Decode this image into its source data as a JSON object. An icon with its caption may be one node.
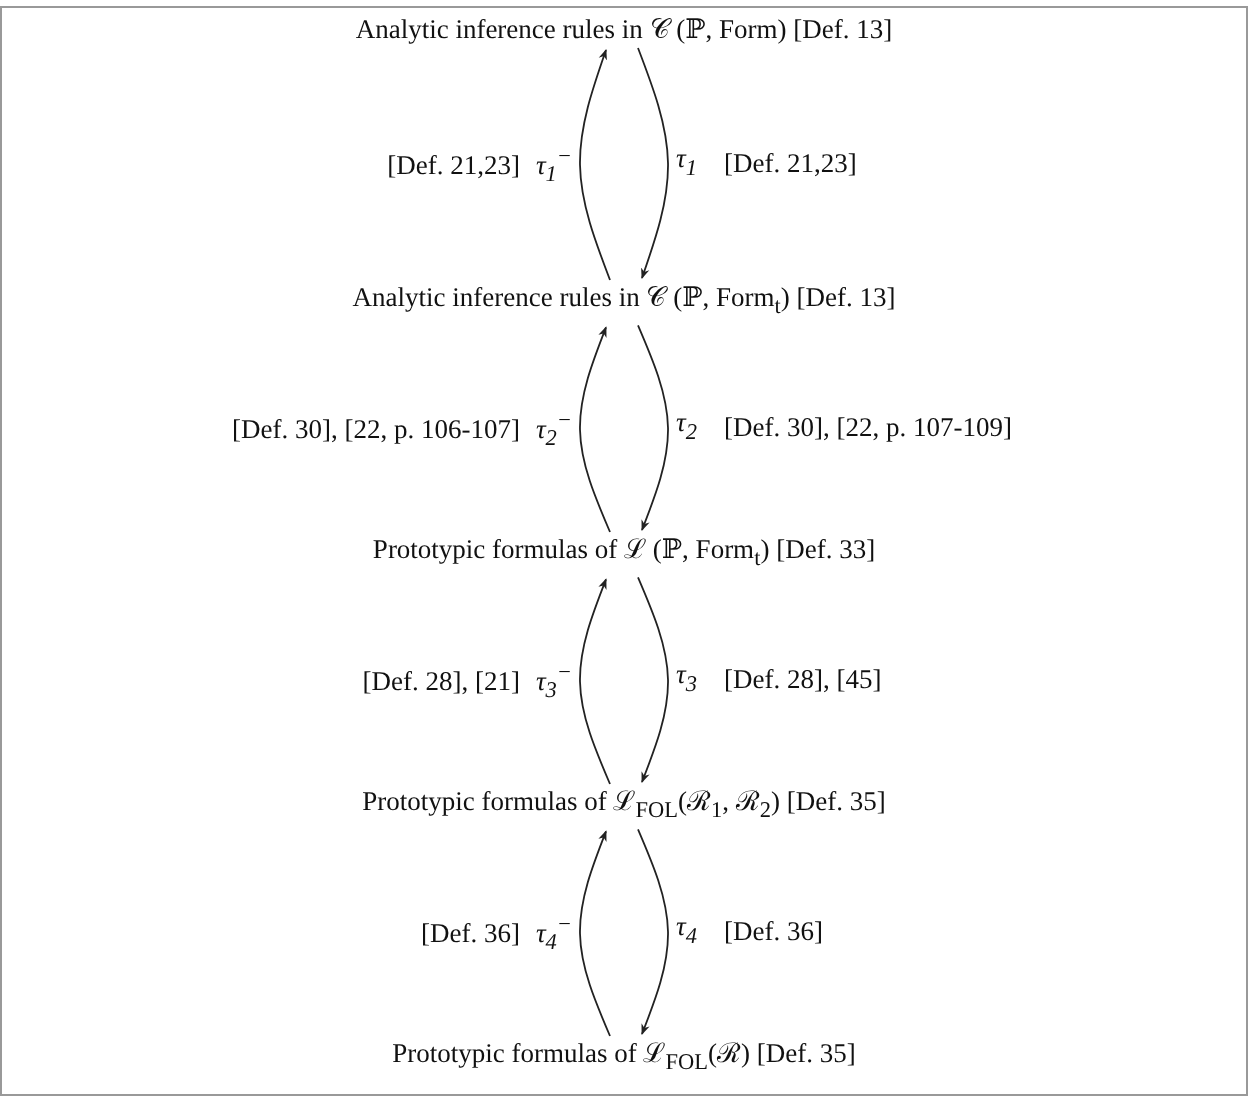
{
  "diagram": {
    "nodes": [
      {
        "text": [
          "Analytic inference rules in 𝒞 (ℙ, Form) [Def. 13]"
        ]
      },
      {
        "text": [
          "Analytic inference rules in 𝒞 (ℙ, Form$_{t}$) [Def. 13]"
        ]
      },
      {
        "text": [
          "Prototypic formulas of ℒ (ℙ, Form$_{t}$) [Def. 33]"
        ]
      },
      {
        "text": [
          "Prototypic formulas of ℒ$_{FOL}$(ℛ$_{1}$, ℛ$_{2}$) [Def. 35]"
        ]
      },
      {
        "text": [
          "Prototypic formulas of ℒ$_{FOL}$(ℛ) [Def. 35]"
        ]
      }
    ],
    "edges": [
      {
        "from": 1,
        "to": 0,
        "arrow": "to",
        "label": "τ$_{1}$$^{−}$"
      },
      {
        "from": 0,
        "to": 1,
        "arrow": "to",
        "label": "τ$_{1}$"
      },
      {
        "from": 2,
        "to": 1,
        "arrow": "to",
        "label": "τ$_{2}$$^{−}$"
      },
      {
        "from": 1,
        "to": 2,
        "arrow": "to",
        "label": "τ$_{2}$"
      },
      {
        "from": 3,
        "to": 2,
        "arrow": "to",
        "label": "τ$_{3}$$^{−}$"
      },
      {
        "from": 2,
        "to": 3,
        "arrow": "to",
        "label": "τ$_{3}$"
      },
      {
        "from": 4,
        "to": 3,
        "arrow": "to",
        "label": "τ$_{4}$$^{−}$"
      },
      {
        "from": 3,
        "to": 4,
        "arrow": "to",
        "label": "τ$_{4}$"
      }
    ],
    "labels": [
      "[Def. 21,23]",
      "[Def. 21,23]",
      "[Def. 30], [22, p. 106-107]",
      "[Def. 30], [22, p. 107-109]",
      "[Def. 28], [21]",
      "[Def. 28], [45]",
      "[Def. 36]",
      "[Def. 36]"
    ]
  }
}
